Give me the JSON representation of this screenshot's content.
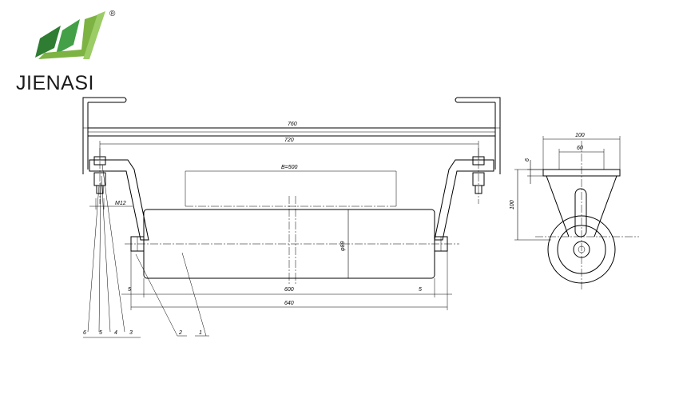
{
  "brand": {
    "name": "JIENASI",
    "registered_mark": "®",
    "colors": {
      "green_dark": "#2e7d32",
      "green_light": "#8bc34a",
      "text": "#1a1a1a"
    }
  },
  "drawing": {
    "dimensions": {
      "overall_760": "760",
      "mount_720": "720",
      "belt_width": "B=500",
      "thread": "M12",
      "diameter": "φ89",
      "roller_600": "600",
      "gap_left_5": "5",
      "gap_right_5": "5",
      "length_640": "640"
    },
    "side_view": {
      "width_100": "100",
      "width_60": "60",
      "thickness_6": "6",
      "height_100": "100"
    },
    "part_numbers": [
      "6",
      "5",
      "4",
      "3",
      "2",
      "1"
    ]
  }
}
